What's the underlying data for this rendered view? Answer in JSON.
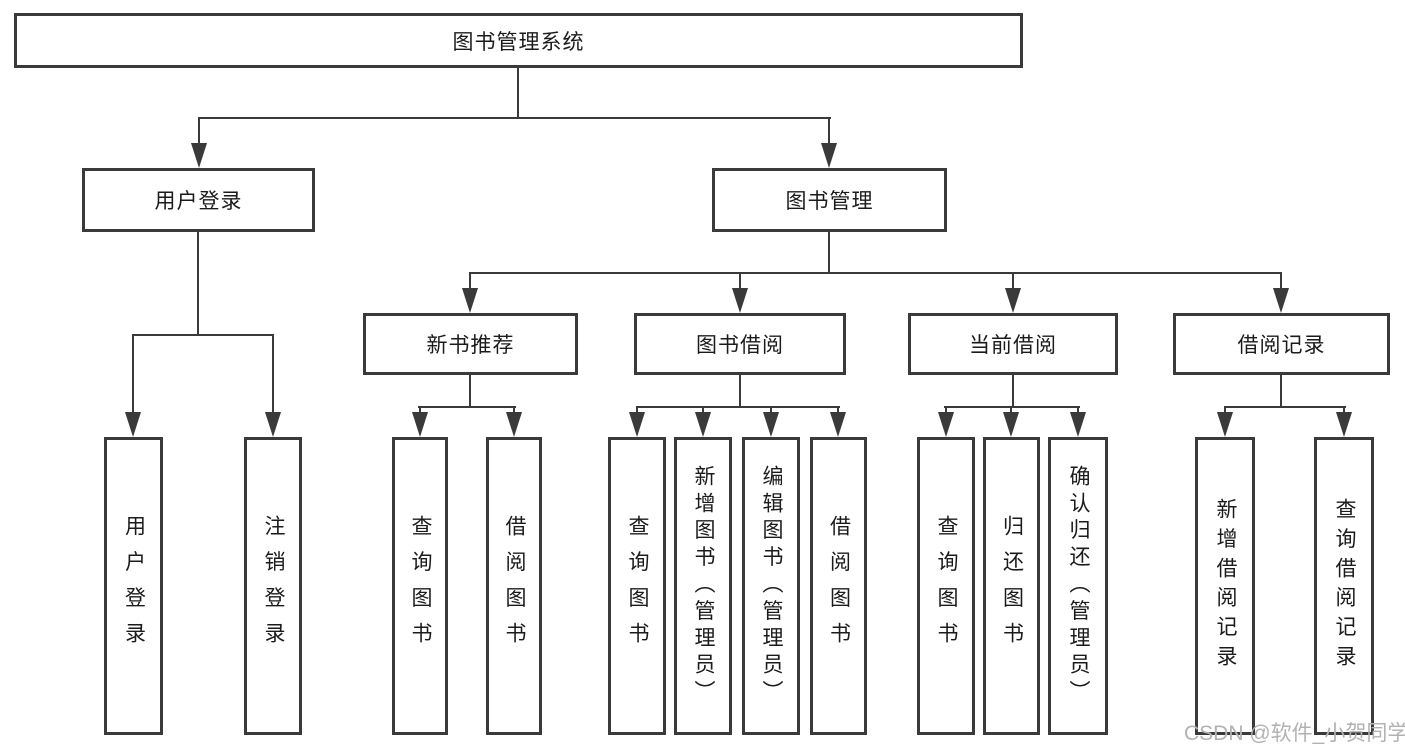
{
  "tree": {
    "root": "图书管理系统",
    "user_login": {
      "label": "用户登录",
      "children": [
        "用户登录",
        "注销登录"
      ]
    },
    "book_mgmt": {
      "label": "图书管理",
      "sections": [
        {
          "label": "新书推荐",
          "children": [
            "查询图书",
            "借阅图书"
          ]
        },
        {
          "label": "图书借阅",
          "children": [
            "查询图书",
            "新增图书（管理员）",
            "编辑图书（管理员）",
            "借阅图书"
          ]
        },
        {
          "label": "当前借阅",
          "children": [
            "查询图书",
            "归还图书",
            "确认归还（管理员）"
          ]
        },
        {
          "label": "借阅记录",
          "children": [
            "新增借阅记录",
            "查询借阅记录"
          ]
        }
      ]
    }
  },
  "watermark": {
    "text": "CSDN @软件_小贺同学"
  },
  "colors": {
    "background": "#ffffff",
    "line": "#3a3a3a",
    "box_border": "#3a3a3a",
    "text": "#1b1b1b",
    "watermark": "#b2b2b2"
  }
}
